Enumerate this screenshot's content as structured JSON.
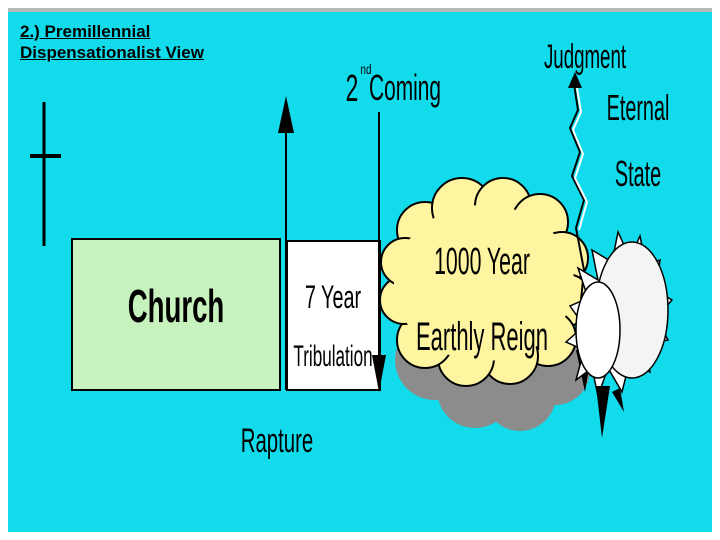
{
  "title": {
    "line1": "2.) Premillennial",
    "line2": "Dispensationalist View"
  },
  "timeline": {
    "church": "Church",
    "tribulation_line1": "7 Year",
    "tribulation_line2": "Tribulation",
    "reign_line1": "1000 Year",
    "reign_line2": "Earthly Reign",
    "rapture": "Rapture",
    "second_coming_number": "2",
    "second_coming_suffix": "nd",
    "second_coming_word": "Coming",
    "judgment": "Judgment",
    "eternal_line1": "Eternal",
    "eternal_line2": "State"
  },
  "colors": {
    "background": "#12dcec",
    "church_fill": "#c8f2bd",
    "tribulation_fill": "#ffffff",
    "cloud_fill": "#fff5a0",
    "cloud_shadow": "#8c8c8c"
  }
}
